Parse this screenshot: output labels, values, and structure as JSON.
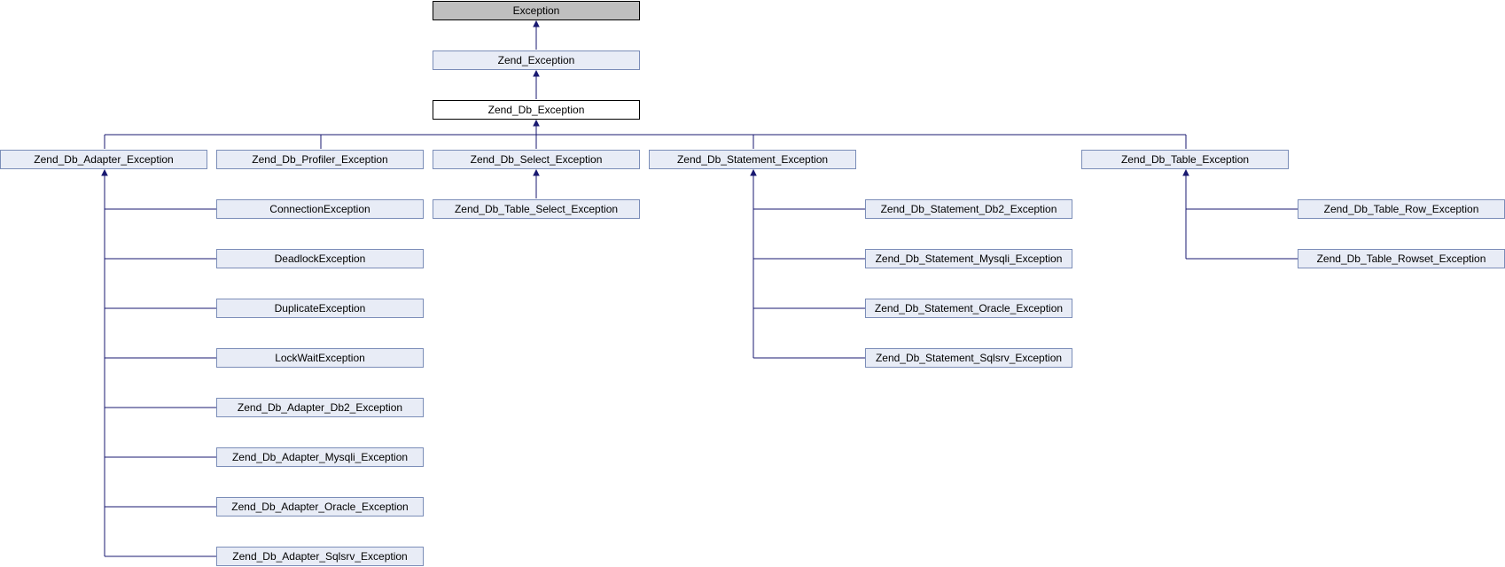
{
  "diagram": {
    "colors": {
      "edge": "#191970",
      "node_fill": "#e8ecf6",
      "node_border": "#7b8db8",
      "root_fill": "#bfbfbf",
      "current_fill": "#ffffff"
    },
    "nodes": {
      "exception": "Exception",
      "zend_exception": "Zend_Exception",
      "zend_db_exception": "Zend_Db_Exception",
      "adapter_exception": "Zend_Db_Adapter_Exception",
      "profiler_exception": "Zend_Db_Profiler_Exception",
      "select_exception": "Zend_Db_Select_Exception",
      "statement_exception": "Zend_Db_Statement_Exception",
      "table_exception": "Zend_Db_Table_Exception",
      "connection_exception": "ConnectionException",
      "deadlock_exception": "DeadlockException",
      "duplicate_exception": "DuplicateException",
      "lockwait_exception": "LockWaitException",
      "adapter_db2_exception": "Zend_Db_Adapter_Db2_Exception",
      "adapter_mysqli_exception": "Zend_Db_Adapter_Mysqli_Exception",
      "adapter_oracle_exception": "Zend_Db_Adapter_Oracle_Exception",
      "adapter_sqlsrv_exception": "Zend_Db_Adapter_Sqlsrv_Exception",
      "table_select_exception": "Zend_Db_Table_Select_Exception",
      "statement_db2_exception": "Zend_Db_Statement_Db2_Exception",
      "statement_mysqli_exception": "Zend_Db_Statement_Mysqli_Exception",
      "statement_oracle_exception": "Zend_Db_Statement_Oracle_Exception",
      "statement_sqlsrv_exception": "Zend_Db_Statement_Sqlsrv_Exception",
      "table_row_exception": "Zend_Db_Table_Row_Exception",
      "table_rowset_exception": "Zend_Db_Table_Rowset_Exception"
    }
  }
}
